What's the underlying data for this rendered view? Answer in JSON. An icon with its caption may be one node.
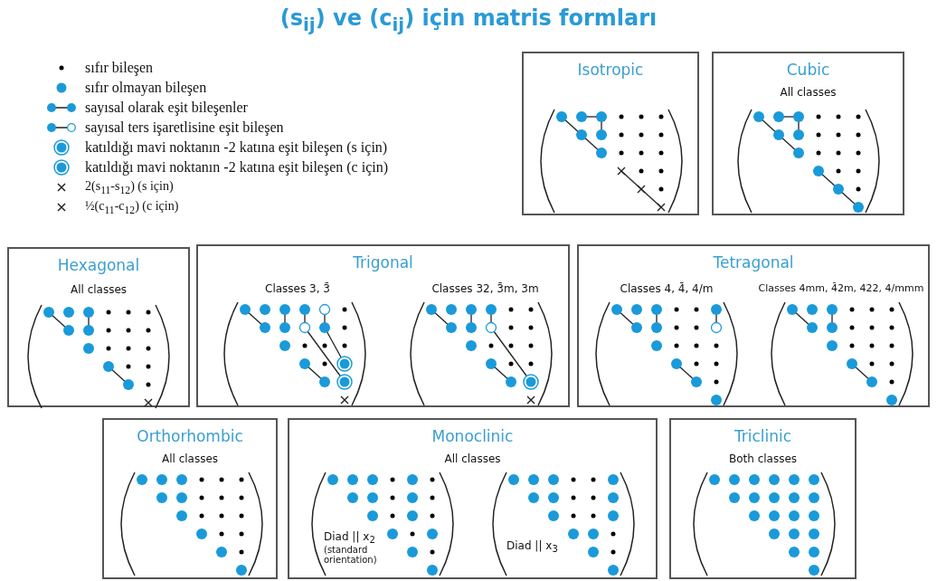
{
  "diagram": {
    "title": "(s$_{ij}$) ve (c$_{ij}$) için matris formları",
    "nodes": [
      {
        "text": [
          "Isotropic"
        ]
      },
      {
        "text": [
          "Cubic",
          "All classes"
        ]
      },
      {
        "text": [
          "Hexagonal",
          "All classes"
        ]
      },
      {
        "text": [
          "Trigonal",
          "Classes 3, 3̄",
          "Classes 32, 3̄m, 3m"
        ]
      },
      {
        "text": [
          "Tetragonal",
          "Classes 4, 4̄, 4/m",
          "Classes 4mm, 4̄2m, 422, 4/mmm"
        ]
      },
      {
        "text": [
          "Orthorhombic",
          "All classes"
        ]
      },
      {
        "text": [
          "Monoclinic",
          "All classes",
          "Diad || x$_{2}$",
          "(standard orientation)",
          "Diad || x$_{3}$"
        ]
      },
      {
        "text": [
          "Triclinic",
          "Both classes"
        ]
      }
    ],
    "legend": [
      {
        "text": "sıfır bileşen"
      },
      {
        "text": "sıfır olmayan bileşen"
      },
      {
        "text": "sayısal olarak eşit bileşenler"
      },
      {
        "text": "sayısal ters işaretlisine eşit bileşen"
      },
      {
        "text": "katıldığı mavi noktanın -2 katına eşit bileşen (s için)"
      },
      {
        "text": "katıldığı mavi noktanın -2 katına eşit bileşen (c için)"
      },
      {
        "text": "2(s$_{11}$-s$_{12}$) (s için)"
      },
      {
        "text": "½(c$_{11}$-c$_{12}$) (c için)"
      }
    ]
  }
}
